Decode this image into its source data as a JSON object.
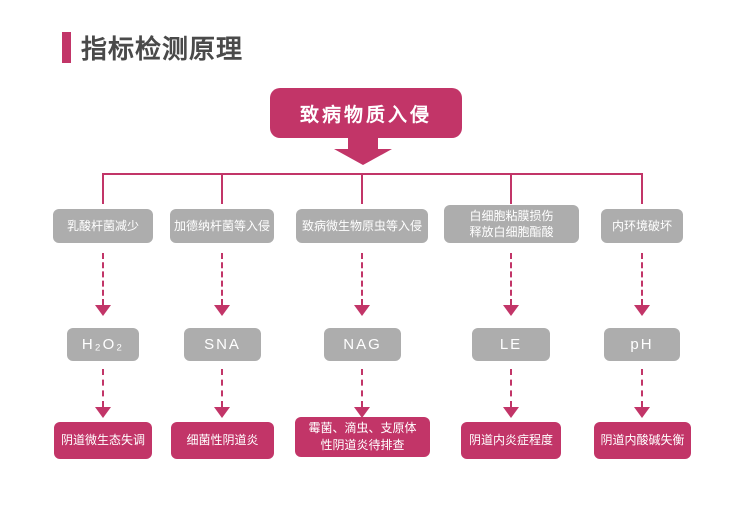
{
  "title": {
    "text": "指标检测原理"
  },
  "colors": {
    "accent": "#c23568",
    "gray": "#adadad",
    "title_text": "#4a4a4a"
  },
  "root": {
    "label": "致病物质入侵"
  },
  "columns": [
    {
      "cause": "乳酸杆菌减少",
      "indicator": "H₂O₂",
      "result": "阴道微生态失调"
    },
    {
      "cause": "加德纳杆菌等入侵",
      "indicator": "SNA",
      "result": "细菌性阴道炎"
    },
    {
      "cause": "致病微生物原虫等入侵",
      "indicator": "NAG",
      "result": "霉菌、滴虫、支原体\n性阴道炎待排查"
    },
    {
      "cause": "白细胞粘膜损伤\n释放白细胞酯酸",
      "indicator": "LE",
      "result": "阴道内炎症程度"
    },
    {
      "cause": "内环境破坏",
      "indicator": "pH",
      "result": "阴道内酸碱失衡"
    }
  ]
}
